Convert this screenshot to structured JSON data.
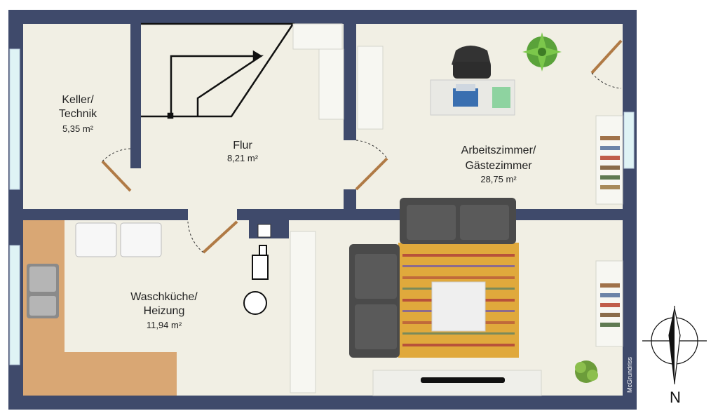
{
  "rooms": [
    {
      "id": "keller",
      "name_lines": [
        "Keller/",
        "Technik"
      ],
      "area": "5,35 m²"
    },
    {
      "id": "flur",
      "name_lines": [
        "Flur"
      ],
      "area": "8,21 m²"
    },
    {
      "id": "arbeitszimmer",
      "name_lines": [
        "Arbeitszimmer/",
        "Gästezimmer"
      ],
      "area": "28,75 m²"
    },
    {
      "id": "waschkueche",
      "name_lines": [
        "Waschküche/",
        "Heizung"
      ],
      "area": "11,94 m²"
    }
  ],
  "compass": {
    "label": "N"
  },
  "watermark": "McGrundriss",
  "colors": {
    "wall": "#3f4a6b",
    "floor": "#f1efe4",
    "door": "#b07a45",
    "window": "#dff3f5",
    "counter": "#d9a774",
    "sofa": "#4a4a4a",
    "rug": "#e0a93c"
  }
}
